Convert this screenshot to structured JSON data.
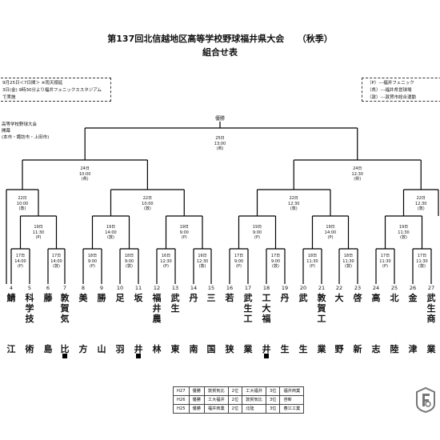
{
  "title": "第137回北信越地区高等学校野球福井県大会　　（秋季）",
  "subtitle": "組合せ表",
  "notice": {
    "line1": "9月25日＜7日間＞ ※雨天順延",
    "line2": "3日(金) 9時30分より福井フェニックススタジアムで実施"
  },
  "legend": {
    "line1": "（P）---福井フェニック",
    "line2": "（県）---福井県営球場",
    "line3": "（敦）---敦賀市総合運動"
  },
  "left_info": {
    "line1": "高等学校野球大会",
    "line2": "開幕",
    "line3": "(本市・諏訪市・上田市)"
  },
  "champion_label": "優勝",
  "matches": {
    "final": "25日|13:00|(県)",
    "semi_left": "24日|10:00|(県)",
    "semi_right": "24日|12:30|(県)",
    "qf1": "22日|10:00|(敦)",
    "qf2": "22日|10:00|(敦)",
    "qf3": "22日|12:30|(敦)",
    "qf4": "22日|12:30|(敦)",
    "r3_1": "19日|11:30|(P)",
    "r3_2": "19日|14:00|(敦)",
    "r3_3": "19日|9:00|(P)",
    "r3_4": "19日|9:00|(P)",
    "r3_5": "19日|14:00|(P)",
    "r3_6": "19日|11:30|(敦)",
    "r2_1": "17日|14:00|(P)",
    "r2_2": "17日|14:00|(敦)",
    "r2_3": "18日|9:00|(P)",
    "r2_4": "18日|9:00|(敦)",
    "r2_5": "16日|12:30|(P)",
    "r2_6": "16日|12:30|(敦)",
    "r2_7": "17日|9:00|(P)",
    "r2_8": "17日|9:00|(敦)",
    "r2_9": "18日|11:30|(P)",
    "r2_10": "18日|11:30|(敦)",
    "r2_11": "17日|11:30|(P)",
    "r2_12": "17日|11:30|(敦)"
  },
  "teams": [
    {
      "num": "4",
      "chars": "鯖",
      "last": "江",
      "mark": false
    },
    {
      "num": "5",
      "chars": "科学技",
      "last": "術",
      "mark": false
    },
    {
      "num": "6",
      "chars": "藤",
      "last": "島",
      "mark": false
    },
    {
      "num": "7",
      "chars": "敦賀気",
      "last": "比",
      "mark": true
    },
    {
      "num": "8",
      "chars": "美",
      "last": "方",
      "mark": false
    },
    {
      "num": "9",
      "chars": "勝",
      "last": "山",
      "mark": false
    },
    {
      "num": "10",
      "chars": "足",
      "last": "羽",
      "mark": false
    },
    {
      "num": "11",
      "chars": "坂",
      "last": "井",
      "mark": true
    },
    {
      "num": "12",
      "chars": "福井農",
      "last": "林",
      "mark": false
    },
    {
      "num": "13",
      "chars": "武生",
      "last": "東",
      "mark": false
    },
    {
      "num": "14",
      "chars": "丹",
      "last": "南",
      "mark": false
    },
    {
      "num": "15",
      "chars": "三",
      "last": "国",
      "mark": false
    },
    {
      "num": "16",
      "chars": "若",
      "last": "狭",
      "mark": false
    },
    {
      "num": "17",
      "chars": "武生工",
      "last": "業",
      "mark": false
    },
    {
      "num": "18",
      "chars": "工大福",
      "last": "井",
      "mark": true
    },
    {
      "num": "19",
      "chars": "丹",
      "last": "生",
      "mark": false
    },
    {
      "num": "20",
      "chars": "武",
      "last": "生",
      "mark": false
    },
    {
      "num": "21",
      "chars": "敦賀工",
      "last": "業",
      "mark": false
    },
    {
      "num": "22",
      "chars": "大",
      "last": "野",
      "mark": false
    },
    {
      "num": "23",
      "chars": "啓",
      "last": "新",
      "mark": false
    },
    {
      "num": "24",
      "chars": "高",
      "last": "志",
      "mark": false
    },
    {
      "num": "25",
      "chars": "北",
      "last": "陸",
      "mark": false
    },
    {
      "num": "26",
      "chars": "金",
      "last": "津",
      "mark": false
    },
    {
      "num": "27",
      "chars": "武生商",
      "last": "業",
      "mark": false
    }
  ],
  "history": [
    {
      "year": "H27",
      "r1": "優勝",
      "t1": "敦賀気比",
      "r2": "2位",
      "t2": "工大福井",
      "r3": "3位",
      "t3": "福井商業"
    },
    {
      "year": "H26",
      "r1": "優勝",
      "t1": "工大福井",
      "r2": "2位",
      "t2": "敦賀気比",
      "r3": "3位",
      "t3": "啓新"
    },
    {
      "year": "H25",
      "r1": "優勝",
      "t1": "福井商業",
      "r2": "2位",
      "t2": "北陸",
      "r3": "3位",
      "t3": "春江工業"
    }
  ]
}
